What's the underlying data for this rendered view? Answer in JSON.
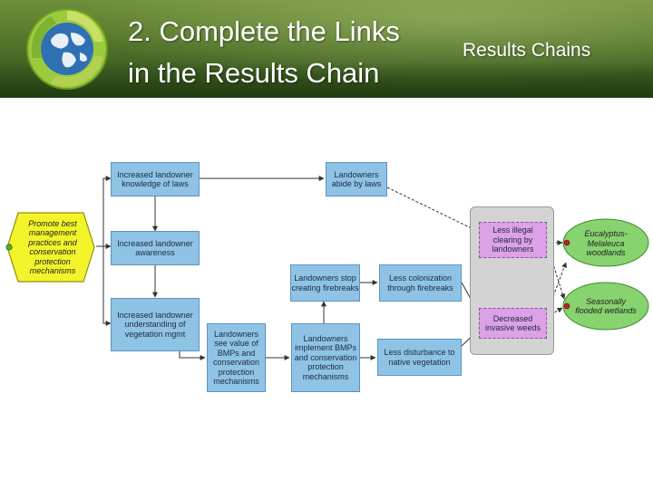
{
  "header": {
    "title_line1": "2. Complete the Links",
    "title_line2": "in the Results Chain",
    "subtitle": "Results Chains"
  },
  "colors": {
    "result_box": "#8fc3e6",
    "threat_box": "#dca1e6",
    "strategy_hex": "#f3f32a",
    "target_oval": "#86d36f",
    "header_green": "#4a6e27"
  },
  "diagram": {
    "strategy": "Promote best management practices and conservation protection mechanisms",
    "results": {
      "knowledge": "Increased landowner knowledge of laws",
      "abide": "Landowners abide by laws",
      "awareness": "Increased landowner awareness",
      "understanding": "Increased landowner understanding of vegetation mgmt",
      "see_value": "Landowners see value of BMPs and conservation protection mechanisms",
      "implement": "Landowners implement BMPs and conservation protection mechanisms",
      "stop_firebreaks": "Landowners stop creating firebreaks",
      "less_colonization": "Less colonization through firebreaks",
      "less_disturbance": "Less disturbance to native vegetation"
    },
    "threats": {
      "less_clearing": "Less illegal clearing by landowners",
      "decreased_weeds": "Decreased invasive weeds"
    },
    "targets": {
      "woodlands": "Eucalyptus-Melaleuca woodlands",
      "wetlands": "Seasonally flooded wetlands"
    }
  }
}
